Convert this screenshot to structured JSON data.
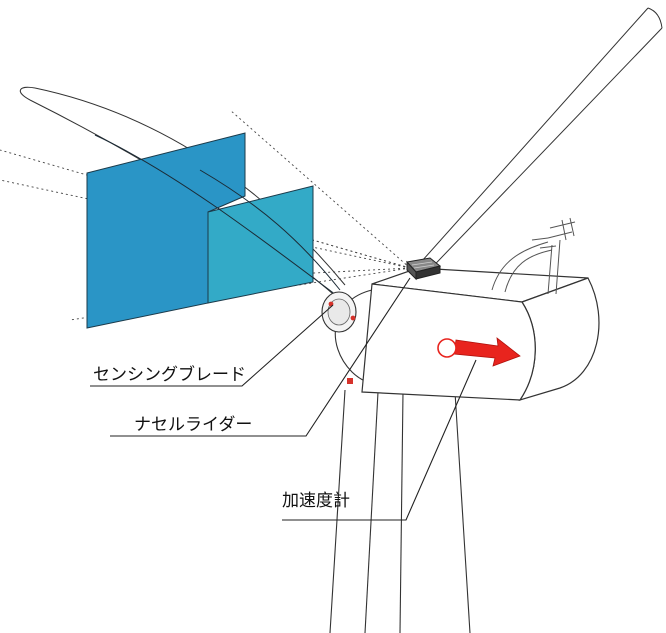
{
  "labels": {
    "sensing_blade": "センシングブレード",
    "nacelle_lidar": "ナセルライダー",
    "accelerometer": "加速度計"
  },
  "colors": {
    "panel_far": "#2a95c6",
    "panel_near": "#33aac7",
    "arrow": "#e8241e",
    "outline": "#222222"
  }
}
